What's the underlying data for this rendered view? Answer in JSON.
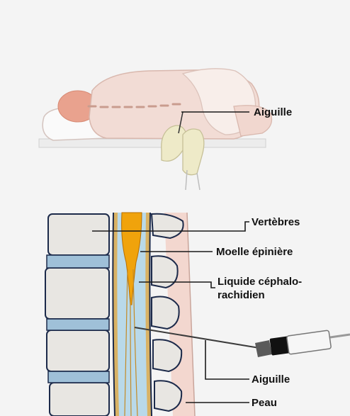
{
  "colors": {
    "background": "#f4f4f4",
    "skin": "#f0d9cf",
    "gown": "#f3e6e1",
    "vertebra": "#e8e6e2",
    "disc": "#9fc0d8",
    "spinal_cord": "#f0a30c",
    "csf": "#b9d9e9",
    "outline": "#1c2a4a"
  },
  "illustration_top": {
    "labels": {
      "needle": "Aiguille"
    }
  },
  "illustration_bottom": {
    "labels": {
      "vertebrae": "Vertèbres",
      "spinal_cord": "Moelle épinière",
      "csf_line1": "Liquide céphalo-",
      "csf_line2": "rachidien",
      "needle": "Aiguille",
      "skin": "Peau"
    }
  }
}
